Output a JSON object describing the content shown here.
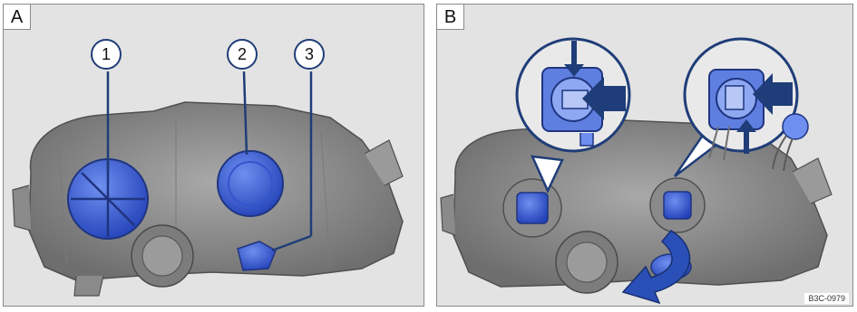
{
  "panels": {
    "a": {
      "letter": "A",
      "callouts": [
        "1",
        "2",
        "3"
      ]
    },
    "b": {
      "letter": "B",
      "figure_code": "B3C-0979"
    }
  },
  "colors": {
    "highlight_blue": "#3d5ed6",
    "callout_border": "#1f3d78",
    "housing_gray": "#8d8d8d",
    "background": "#e3e3e3"
  }
}
